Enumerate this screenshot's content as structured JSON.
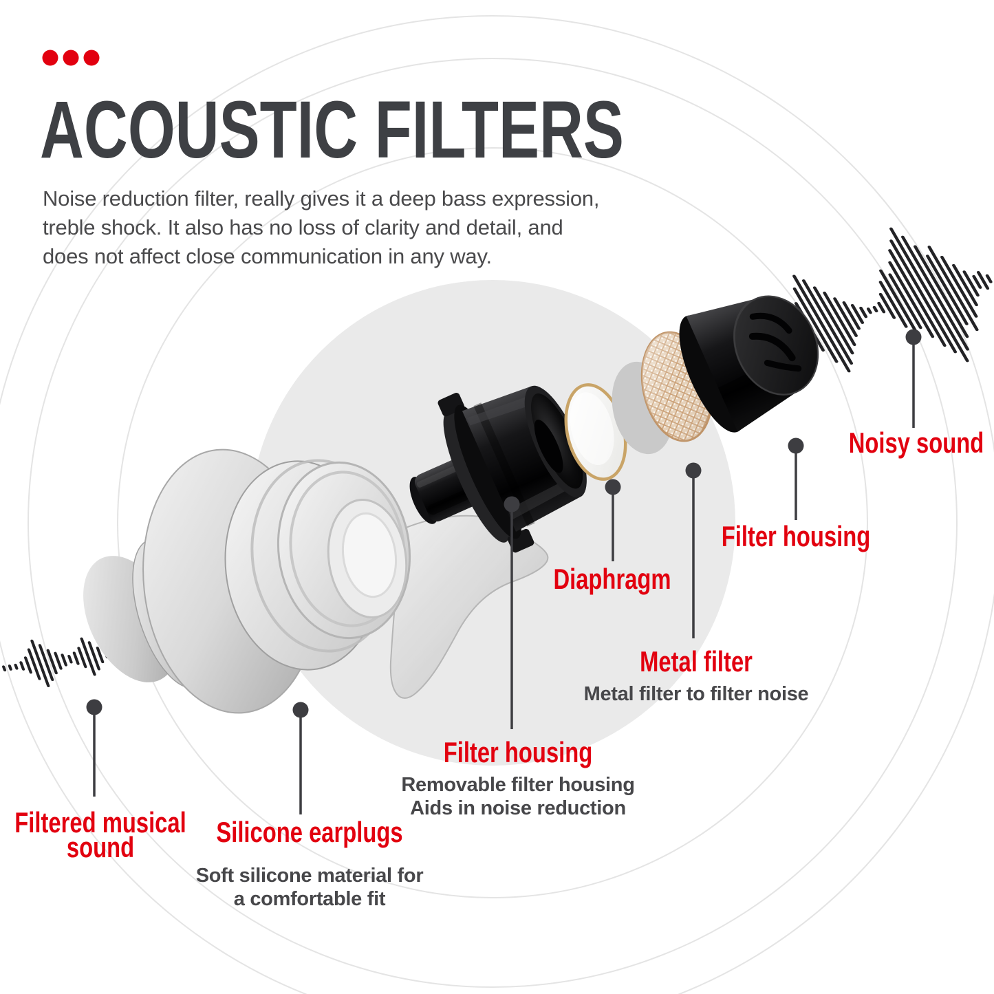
{
  "colors": {
    "accent_red": "#e2000f",
    "title_gray": "#3e4044",
    "body_gray": "#4a4a4c",
    "desc_gray": "#47474a",
    "callout_line": "#3d3d41",
    "wave_bars": "#232326",
    "bg_circle": "#eaeaea",
    "ring": "#e4e4e4",
    "gold_ring": "#c9a467",
    "mesh_base": "#e6d2ba"
  },
  "header": {
    "decor_dots_count": 3,
    "title": "ACOUSTIC FILTERS",
    "description": "Noise reduction filter, really gives it a deep bass expression,\ntreble shock. It also has no loss of clarity and detail, and\ndoes not affect close communication in any way."
  },
  "callouts": [
    {
      "id": "filtered-musical-sound",
      "label": "Filtered musical\nsound",
      "desc": ""
    },
    {
      "id": "silicone-earplugs",
      "label": "Silicone earplugs",
      "desc": "Soft silicone material for\na comfortable fit"
    },
    {
      "id": "filter-housing-stem",
      "label": "Filter housing",
      "desc": "Removable filter housing\nAids in noise reduction"
    },
    {
      "id": "diaphragm",
      "label": "Diaphragm",
      "desc": ""
    },
    {
      "id": "metal-filter",
      "label": "Metal filter",
      "desc": "Metal filter to filter noise"
    },
    {
      "id": "filter-housing-cap",
      "label": "Filter housing",
      "desc": ""
    },
    {
      "id": "noisy-sound",
      "label": "Noisy sound",
      "desc": ""
    }
  ],
  "icons": {
    "right_wave": {
      "name": "sound-wave-icon",
      "bars": [
        42,
        80,
        122,
        158,
        138,
        110,
        88,
        64,
        46,
        32,
        18,
        10,
        10,
        18,
        42,
        76,
        108,
        90,
        124,
        158,
        184,
        218,
        186,
        150,
        114,
        138,
        100,
        68,
        42,
        22,
        30,
        14
      ]
    },
    "left_wave": {
      "name": "sound-wave-icon",
      "bars": [
        9,
        9,
        9,
        14,
        26,
        48,
        72,
        56,
        38,
        27,
        19,
        13,
        20,
        32,
        58,
        44,
        25,
        13,
        9
      ]
    }
  },
  "product_parts": [
    "silicone-earplug",
    "filter-housing-stem",
    "diaphragm",
    "metal-filter",
    "filter-housing-cap"
  ]
}
